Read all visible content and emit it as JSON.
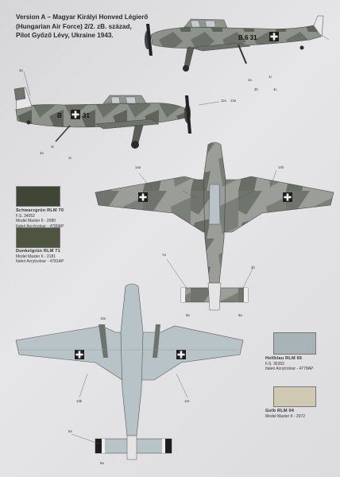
{
  "header": {
    "line1": "Version A – Magyar Királyi Honved Légierő",
    "line2": "(Hungarian Air Force) 2/2. zB. század,",
    "line3": "Pilot Győző Lévy, Ukraine 1943."
  },
  "codes": {
    "side": "B.6 31",
    "side_left": "B",
    "side_right": "31"
  },
  "swatches": [
    {
      "name": "Schwarzgrün RLM 70",
      "fs": "F.S. 34052",
      "model": "Model Master II - 2080",
      "italeri": "Italeri Acrylcolour - 4780AP",
      "color": "#3f4635"
    },
    {
      "name": "Dunkelgrün RLM 71",
      "fs": "",
      "model": "Model Master II - 2181",
      "italeri": "Italeri Acrylcolour - 4781AP",
      "color": "#4d5440"
    },
    {
      "name": "Hellblau RLM 65",
      "fs": "F.S. 35352",
      "model": "",
      "italeri": "Italeri Acrylcolour - 4779AP",
      "color": "#a8b3b8"
    },
    {
      "name": "Gelb RLM 04",
      "fs": "",
      "model": "Model Master II - 2072",
      "italeri": "",
      "color": "#cfc9b4"
    }
  ],
  "callouts": [
    "4a",
    "3a",
    "2c",
    "1c",
    "11a",
    "13a",
    "2a",
    "1c",
    "3b",
    "4c",
    "14a",
    "14b",
    "7a",
    "4b",
    "9a",
    "9a",
    "12a",
    "13b",
    "5a",
    "8a",
    "13c"
  ]
}
